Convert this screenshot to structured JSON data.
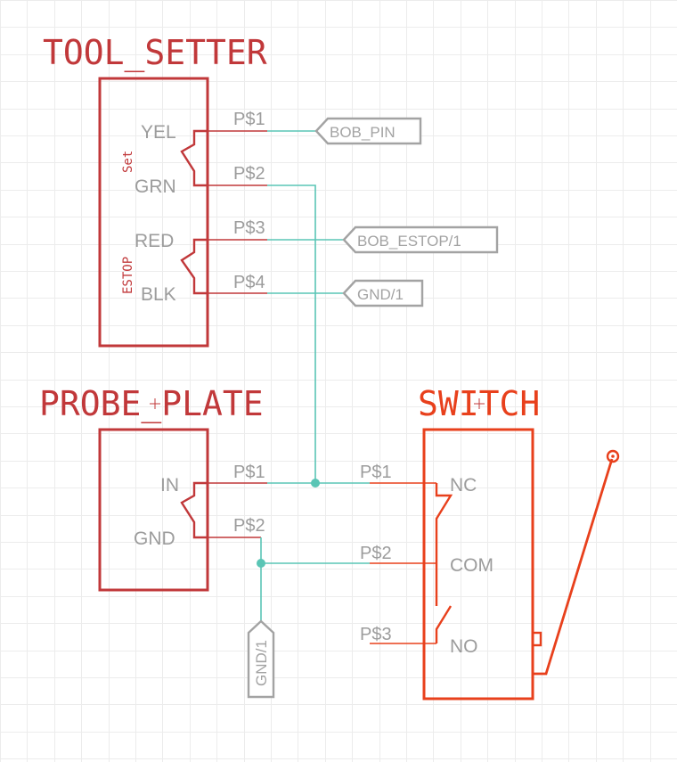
{
  "colors": {
    "part_outline": "#c1383a",
    "part_title": "#c1383a",
    "switch_outline": "#e8401c",
    "pin_text": "#9c9c9c",
    "wire": "#5ac5b5",
    "net_label": "#a3a3a3",
    "background": "#ffffff",
    "grid": "#e6e6e6"
  },
  "parts": {
    "tool_setter": {
      "title": "TOOL_SETTER",
      "group_set": "Set",
      "group_estop": "ESTOP",
      "pins": [
        "YEL",
        "GRN",
        "RED",
        "BLK"
      ],
      "pads": [
        "P$1",
        "P$2",
        "P$3",
        "P$4"
      ]
    },
    "probe_plate": {
      "title": "PROBE_PLATE",
      "pins": [
        "IN",
        "GND"
      ],
      "pads": [
        "P$1",
        "P$2"
      ]
    },
    "switch": {
      "title": "SWITCH",
      "pins": [
        "NC",
        "COM",
        "NO"
      ],
      "pads": [
        "P$1",
        "P$2",
        "P$3"
      ]
    }
  },
  "net_labels": {
    "bob_pin": "BOB_PIN",
    "bob_estop": "BOB_ESTOP/1",
    "gnd_top": "GND/1",
    "gnd_bottom": "GND/1"
  }
}
